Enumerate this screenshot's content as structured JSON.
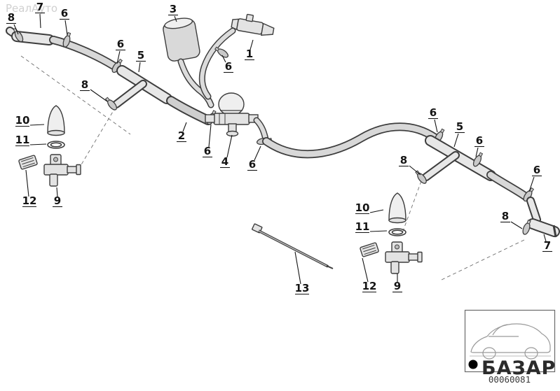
{
  "watermarks": {
    "seller": "РеалАуто",
    "marketplace": "БАЗАР"
  },
  "diagram": {
    "number": "00060081",
    "callouts": [
      "8",
      "7",
      "6",
      "3",
      "6",
      "5",
      "6",
      "1",
      "8",
      "2",
      "6",
      "4",
      "6",
      "6",
      "5",
      "6",
      "8",
      "6",
      "8",
      "7",
      "10",
      "11",
      "12",
      "9",
      "10",
      "11",
      "12",
      "9",
      "13"
    ]
  },
  "colors": {
    "background": "#ffffff",
    "line": "#3d3d3d",
    "watermark_light": "#d0d0d0",
    "watermark_dark": "#2b2b2b"
  }
}
